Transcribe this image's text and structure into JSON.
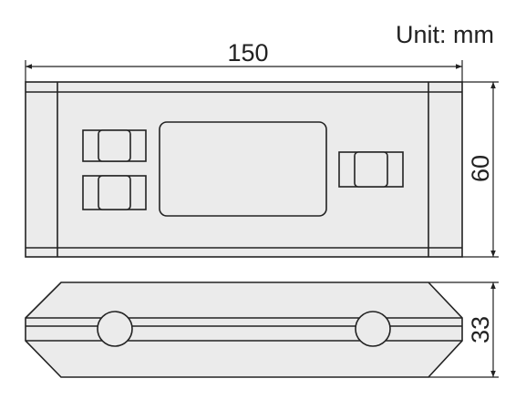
{
  "unit_label": "Unit: mm",
  "dimensions": {
    "width": "150",
    "height": "60",
    "depth": "33"
  },
  "colors": {
    "body_fill": "#ebebeb",
    "stroke": "#222222",
    "background": "#ffffff"
  }
}
